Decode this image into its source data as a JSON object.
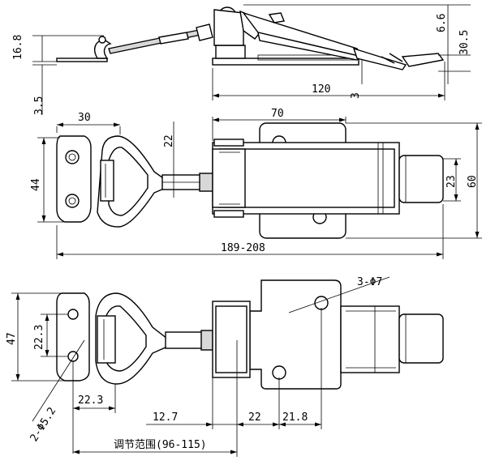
{
  "side_view": {
    "dim_total_height": "30.5",
    "dim_lever_height": "6.6",
    "dim_left_height": "16.8",
    "dim_plate_thickness": "3.5",
    "dim_right_thickness": "3",
    "dim_length": "120"
  },
  "top_view": {
    "dim_hook_width": "30",
    "dim_hook_height": "44",
    "dim_shaft_height": "22",
    "dim_base_length": "70",
    "dim_handle_height": "23",
    "dim_body_height": "60",
    "dim_overall_length": "189-208"
  },
  "bottom_view": {
    "dim_height": "47",
    "dim_hole_spacing": "22.3",
    "dim_hook_hole_dia": "2-Φ5.2",
    "dim_hook_offset": "22.3",
    "dim_base_hole_dia": "3-Φ7",
    "dim_offset_1": "12.7",
    "dim_spacing_22": "22",
    "dim_spacing_21_8": "21.8",
    "dim_adjust_range": "调节范围(96-115)"
  }
}
